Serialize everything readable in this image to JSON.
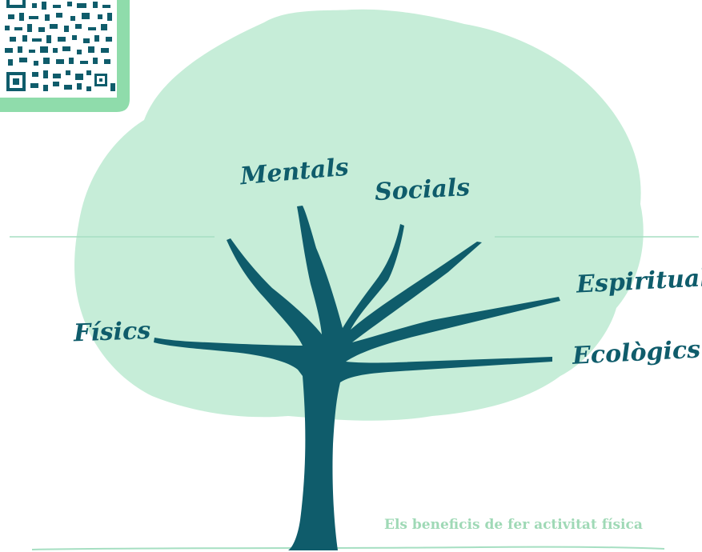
{
  "diagram": {
    "branches": [
      {
        "label": "Mentals"
      },
      {
        "label": "Socials"
      },
      {
        "label": "Espirituals"
      },
      {
        "label": "Físics"
      },
      {
        "label": "Ecològics"
      }
    ],
    "caption": "Els beneficis de fer activitat física"
  },
  "colors": {
    "canopy": "#c6edd8",
    "trunk": "#0f5c6b",
    "label": "#0f5c6b",
    "accent_line": "#a6dfc2",
    "qr_border": "#8fdcab",
    "caption": "#9fd9b6"
  },
  "qr": {
    "icon": "qr-code-icon"
  }
}
